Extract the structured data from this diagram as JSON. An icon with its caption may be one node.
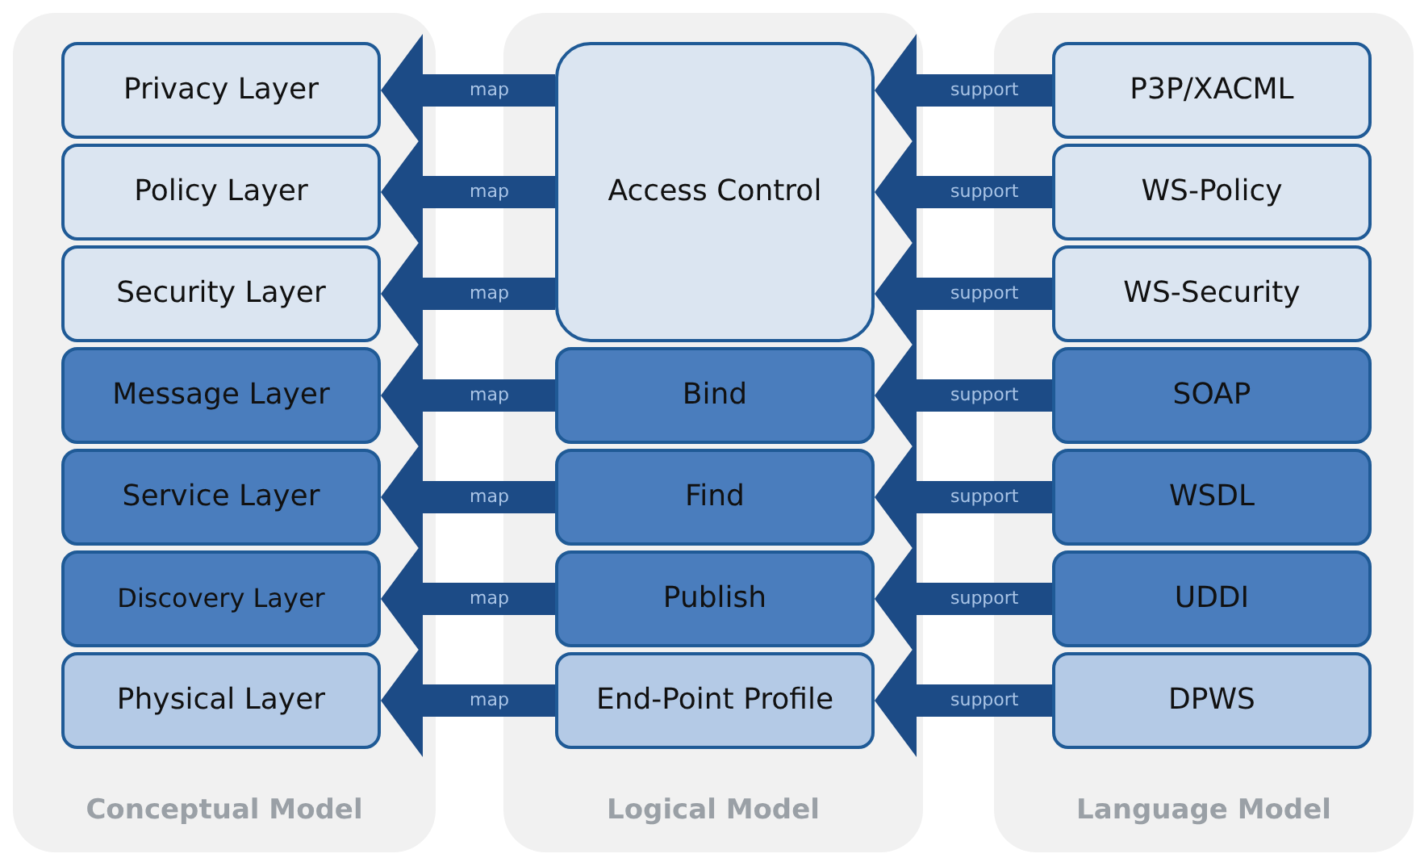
{
  "diagram": {
    "nodes": [
      {
        "text": [
          "Conceptual Model"
        ]
      },
      {
        "text": [
          "Privacy Layer"
        ],
        "in": 0
      },
      {
        "text": [
          "Policy Layer"
        ],
        "in": 0
      },
      {
        "text": [
          "Security Layer"
        ],
        "in": 0
      },
      {
        "text": [
          "Message Layer"
        ],
        "in": 0
      },
      {
        "text": [
          "Service Layer"
        ],
        "in": 0
      },
      {
        "text": [
          "Discovery Layer"
        ],
        "in": 0
      },
      {
        "text": [
          "Physical Layer"
        ],
        "in": 0
      },
      {
        "text": [
          "Logical Model"
        ]
      },
      {
        "text": [
          "Access Control"
        ],
        "in": 8
      },
      {
        "text": [
          "Bind"
        ],
        "in": 8
      },
      {
        "text": [
          "Find"
        ],
        "in": 8
      },
      {
        "text": [
          "Publish"
        ],
        "in": 8
      },
      {
        "text": [
          "End-Point Profile"
        ],
        "in": 8
      },
      {
        "text": [
          "Language Model"
        ]
      },
      {
        "text": [
          "P3P/XACML"
        ],
        "in": 14
      },
      {
        "text": [
          "WS-Policy"
        ],
        "in": 14
      },
      {
        "text": [
          "WS-Security"
        ],
        "in": 14
      },
      {
        "text": [
          "SOAP"
        ],
        "in": 14
      },
      {
        "text": [
          "WSDL"
        ],
        "in": 14
      },
      {
        "text": [
          "UDDI"
        ],
        "in": 14
      },
      {
        "text": [
          "DPWS"
        ],
        "in": 14
      }
    ],
    "edges": [
      {
        "from": 9,
        "to": 1,
        "arrow": "to",
        "label": "map",
        "style": "thick"
      },
      {
        "from": 9,
        "to": 2,
        "arrow": "to",
        "label": "map",
        "style": "thick"
      },
      {
        "from": 9,
        "to": 3,
        "arrow": "to",
        "label": "map",
        "style": "thick"
      },
      {
        "from": 10,
        "to": 4,
        "arrow": "to",
        "label": "map",
        "style": "thick"
      },
      {
        "from": 11,
        "to": 5,
        "arrow": "to",
        "label": "map",
        "style": "thick"
      },
      {
        "from": 12,
        "to": 6,
        "arrow": "to",
        "label": "map",
        "style": "thick"
      },
      {
        "from": 13,
        "to": 7,
        "arrow": "to",
        "label": "map",
        "style": "thick"
      },
      {
        "from": 15,
        "to": 9,
        "arrow": "to",
        "label": "support",
        "style": "thick"
      },
      {
        "from": 16,
        "to": 9,
        "arrow": "to",
        "label": "support",
        "style": "thick"
      },
      {
        "from": 17,
        "to": 9,
        "arrow": "to",
        "label": "support",
        "style": "thick"
      },
      {
        "from": 18,
        "to": 10,
        "arrow": "to",
        "label": "support",
        "style": "thick"
      },
      {
        "from": 19,
        "to": 11,
        "arrow": "to",
        "label": "support",
        "style": "thick"
      },
      {
        "from": 20,
        "to": 12,
        "arrow": "to",
        "label": "support",
        "style": "thick"
      },
      {
        "from": 21,
        "to": 13,
        "arrow": "to",
        "label": "support",
        "style": "thick"
      }
    ]
  }
}
